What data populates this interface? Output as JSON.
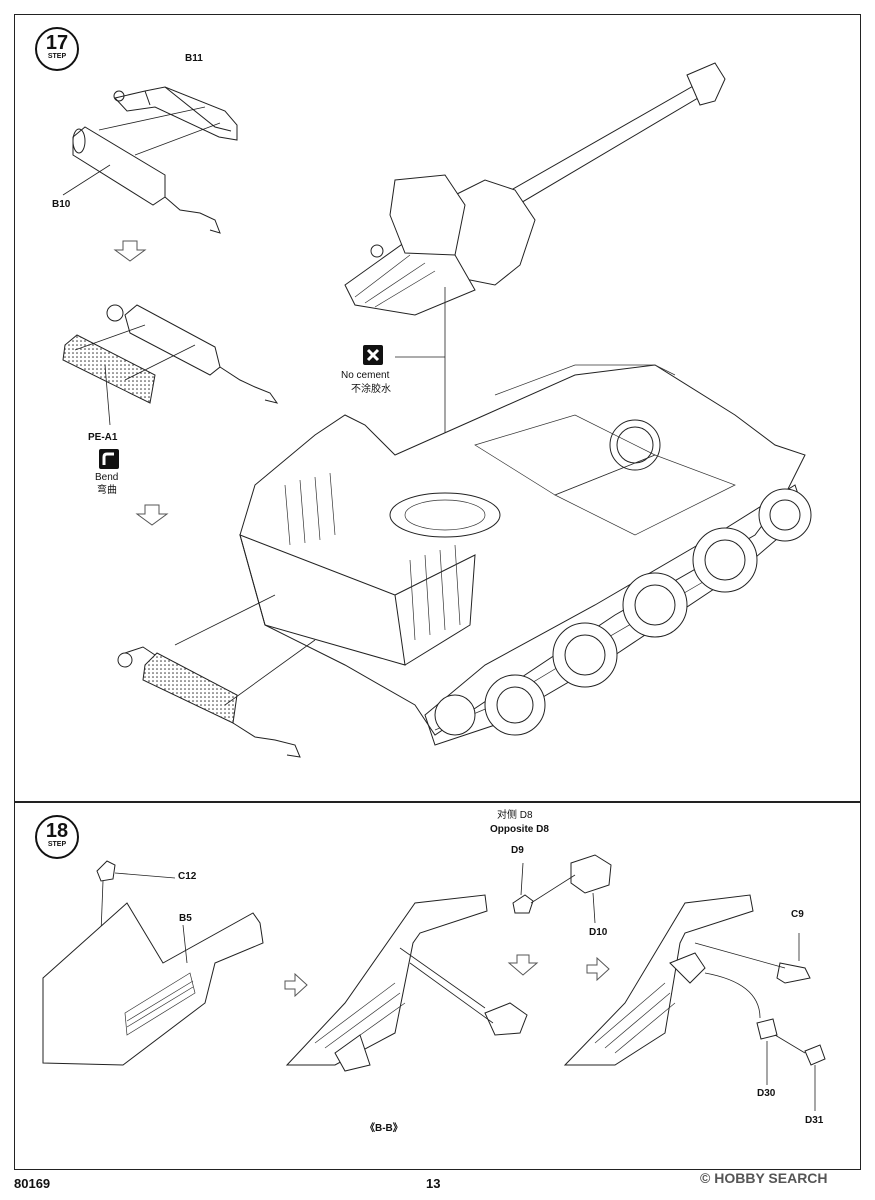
{
  "step17": {
    "number": "17",
    "word": "STEP",
    "labels": {
      "b11": "B11",
      "b10": "B10",
      "pe_a1": "PE-A1",
      "bend_en": "Bend",
      "bend_cn": "弯曲",
      "no_cement_en": "No cement",
      "no_cement_cn": "不涂胶水"
    }
  },
  "step18": {
    "number": "18",
    "word": "STEP",
    "labels": {
      "c12": "C12",
      "b5": "B5",
      "opposite_cn": "对侧 D8",
      "opposite_en": "Opposite D8",
      "d9": "D9",
      "d10": "D10",
      "c9": "C9",
      "d30": "D30",
      "d31": "D31",
      "section": "《B-B》"
    }
  },
  "footer": {
    "kit_number": "80169",
    "page_number": "13",
    "watermark": "HOBBY SEARCH",
    "copyright": "©"
  }
}
